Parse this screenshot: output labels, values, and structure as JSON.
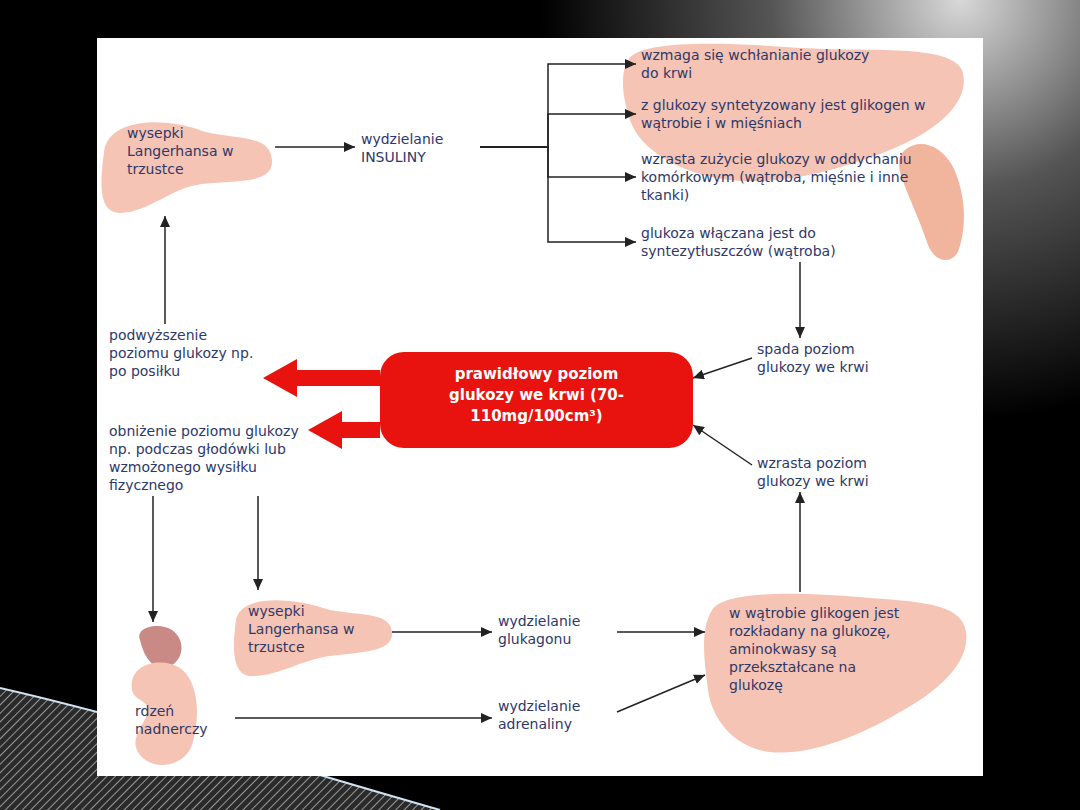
{
  "diagram": {
    "nodes": [
      {
        "text": [
          "wysepki Langerhansa w trzustce"
        ]
      },
      {
        "text": [
          "wydzielanie INSULINY"
        ]
      },
      {
        "text": [
          "wzmaga się wchłanianie glukozy do krwi"
        ]
      },
      {
        "text": [
          "z glukozy syntetyzowany jest glikogen w wątrobie i w mięśniach"
        ]
      },
      {
        "text": [
          "wzrasta zużycie glukozy w oddychaniu komórkowym (wątroba, mięśnie i inne tkanki)"
        ]
      },
      {
        "text": [
          "glukoza włączana jest do syntezytłuszczów (wątroba)"
        ]
      },
      {
        "text": [
          "podwyższenie poziomu glukozy np. po posiłku"
        ]
      },
      {
        "text": [
          "prawidłowy poziom glukozy we krwi (70-110mg/100cm³)"
        ]
      },
      {
        "text": [
          "spada poziom glukozy we krwi"
        ]
      },
      {
        "text": [
          "obniżenie poziomu glukozy np. podczas głodówki lub wzmożonego wysiłku fizycznego"
        ]
      },
      {
        "text": [
          "wzrasta poziom glukozy we krwi"
        ]
      },
      {
        "text": [
          "wysepki Langerhansa w trzustce"
        ]
      },
      {
        "text": [
          "wydzielanie glukagonu"
        ]
      },
      {
        "text": [
          "rdzeń nadnerczy"
        ]
      },
      {
        "text": [
          "wydzielanie adrenaliny"
        ]
      },
      {
        "text": [
          "w wątrobie glikogen jest rozkładany na glukozę, aminokwasy są przekształcane na glukozę"
        ]
      }
    ],
    "edges": [
      {
        "from": 6,
        "to": 0,
        "arrow": "to"
      },
      {
        "from": 0,
        "to": 1,
        "arrow": "to"
      },
      {
        "from": 1,
        "to": 2,
        "arrow": "to"
      },
      {
        "from": 1,
        "to": 3,
        "arrow": "to"
      },
      {
        "from": 1,
        "to": 4,
        "arrow": "to"
      },
      {
        "from": 1,
        "to": 5,
        "arrow": "to"
      },
      {
        "from": 5,
        "to": 8,
        "arrow": "to"
      },
      {
        "from": 8,
        "to": 7,
        "arrow": "to"
      },
      {
        "from": 7,
        "to": 6,
        "arrow": "to"
      },
      {
        "from": 7,
        "to": 9,
        "arrow": "to"
      },
      {
        "from": 9,
        "to": 13,
        "arrow": "to"
      },
      {
        "from": 9,
        "to": 11,
        "arrow": "to"
      },
      {
        "from": 11,
        "to": 12,
        "arrow": "to"
      },
      {
        "from": 12,
        "to": 15,
        "arrow": "to"
      },
      {
        "from": 13,
        "to": 14,
        "arrow": "to"
      },
      {
        "from": 14,
        "to": 15,
        "arrow": "to"
      },
      {
        "from": 15,
        "to": 10,
        "arrow": "to"
      },
      {
        "from": 10,
        "to": 7,
        "arrow": "to"
      }
    ]
  }
}
